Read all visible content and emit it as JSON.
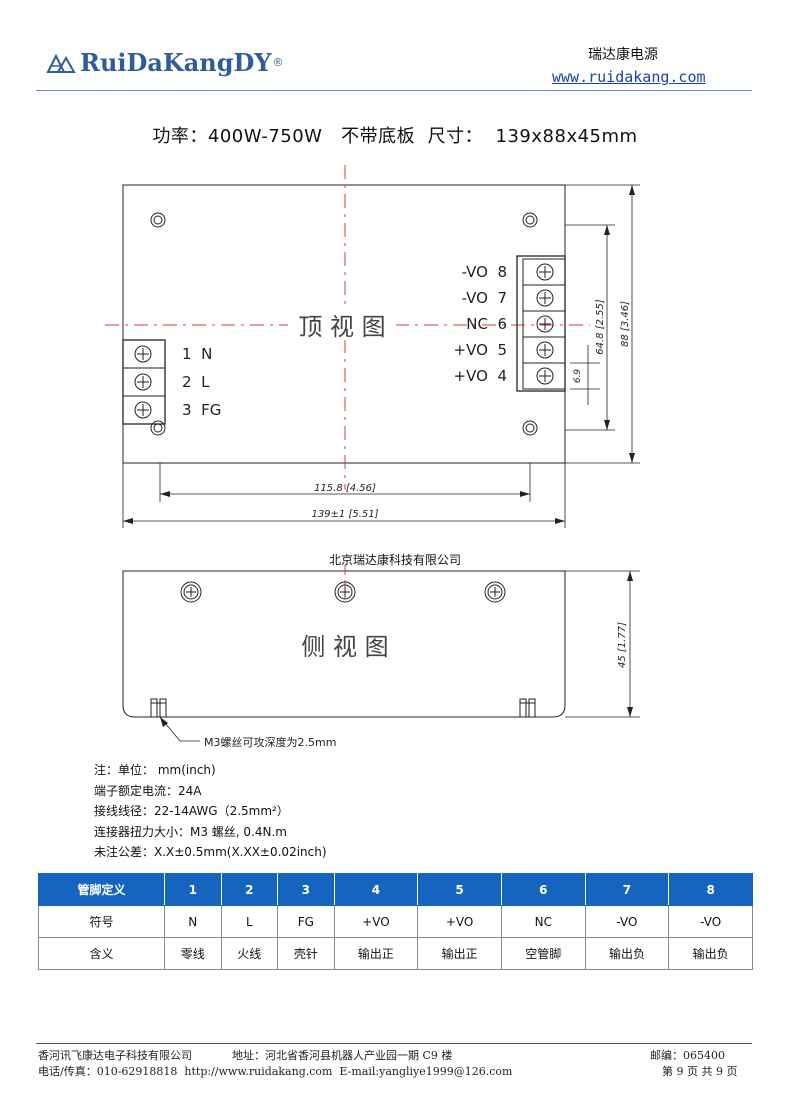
{
  "header": {
    "logo_text": "RuiDaKangDY",
    "logo_reg": "®",
    "company": "瑞达康电源",
    "url": "www.ruidakang.com"
  },
  "spec_title": "功率：400W-750W   不带底板  尺寸：  139x88x45mm",
  "drawing": {
    "top_view_label": "顶 视 图",
    "side_view_label": "侧 视 图",
    "left_terminals": [
      "1  N",
      "2  L",
      "3  FG"
    ],
    "right_terminals": [
      "-VO  8",
      "-VO  7",
      "NC  6",
      "+VO  5",
      "+VO  4"
    ],
    "dim_width_inner": "115.8 [4.56]",
    "dim_width_total": "139±1 [5.51]",
    "dim_height_inner": "64.8 [2.55]",
    "dim_height_total": "88 [3.46]",
    "dim_pitch": "6.9",
    "dim_side_height": "45 [1.77]",
    "screw_note": "M3螺丝可攻深度为2.5mm"
  },
  "center_company": "北京瑞达康科技有限公司",
  "notes": [
    "注：单位：  mm(inch)",
    "端子额定电流：24A",
    "接线线径：22-14AWG（2.5mm²）",
    "连接器扭力大小：M3 螺丝, 0.4N.m",
    "未注公差：X.X±0.5mm(X.XX±0.02inch)"
  ],
  "pin_table": {
    "header": [
      "管脚定义",
      "1",
      "2",
      "3",
      "4",
      "5",
      "6",
      "7",
      "8"
    ],
    "rows": [
      [
        "符号",
        "N",
        "L",
        "FG",
        "+VO",
        "+VO",
        "NC",
        "-VO",
        "-VO"
      ],
      [
        "含义",
        "零线",
        "火线",
        "壳针",
        "输出正",
        "输出正",
        "空管脚",
        "输出负",
        "输出负"
      ]
    ]
  },
  "footer": {
    "company": "香河讯飞康达电子科技有限公司",
    "address": "地址：河北省香河县机器人产业园一期 C9 楼",
    "postcode": "邮编：065400",
    "contact": "电话/传真：010-62918818  http://www.ruidakang.com  E-mail:yangliye1999@126.com",
    "page": "第 9 页 共 9 页"
  },
  "colors": {
    "logo": "#2f5d9a",
    "accent_table": "#1565c0",
    "centerline": "#e53935"
  }
}
